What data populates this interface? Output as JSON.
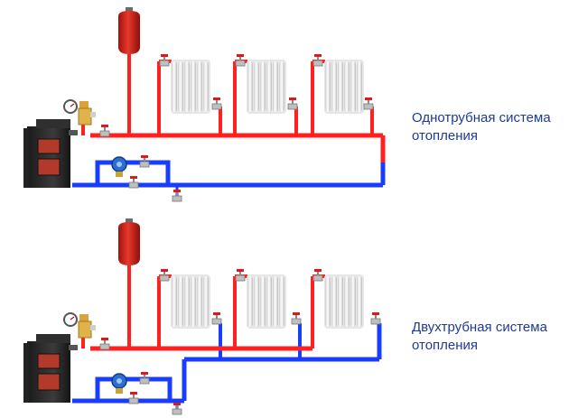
{
  "diagrams": [
    {
      "caption_line1": "Однотрубная система",
      "caption_line2": "отопления"
    },
    {
      "caption_line1": "Двухтрубная система",
      "caption_line2": "отопления"
    }
  ],
  "colors": {
    "supply": "#ff2020",
    "return": "#1a3cff",
    "boiler_body": "#2a2a2a",
    "boiler_front": "#b23a2a",
    "expansion_tank": "#d9251c",
    "radiator": "#efefef",
    "caption": "#1f3a93"
  },
  "icons": [
    "boiler-icon",
    "expansion-tank-icon",
    "radiator-icon",
    "circulation-pump-icon",
    "pressure-gauge-icon",
    "valve-icon"
  ]
}
